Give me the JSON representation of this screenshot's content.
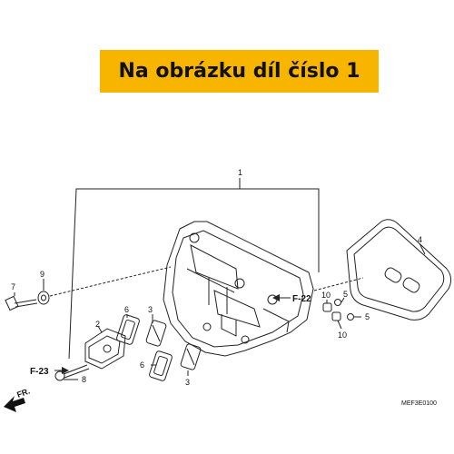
{
  "banner": {
    "text": "Na obrázku díl číslo 1"
  },
  "callouts": {
    "p1": "1",
    "p2": "2",
    "p3a": "3",
    "p3b": "3",
    "p4": "4",
    "p5a": "5",
    "p5b": "5",
    "p6a": "6",
    "p6b": "6",
    "p7": "7",
    "p8": "8",
    "p9": "9",
    "p10a": "10",
    "p10b": "10"
  },
  "refs": {
    "f22": "F-22",
    "f23": "F-23"
  },
  "direction": {
    "label": "FR."
  },
  "diagram_code": "MEF3E0100"
}
